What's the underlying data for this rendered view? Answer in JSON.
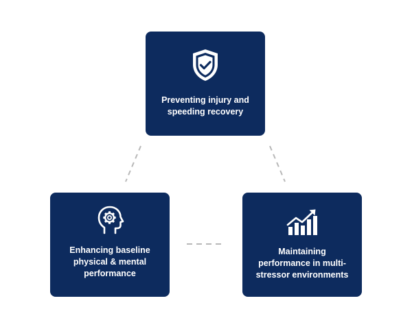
{
  "colors": {
    "card_background": "#0d2b5e",
    "card_text": "#ffffff",
    "connector": "#b8b8b8"
  },
  "nodes": [
    {
      "id": "top",
      "icon": "shield-check-icon",
      "lines": [
        "Preventing injury and",
        "speeding recovery"
      ]
    },
    {
      "id": "left",
      "icon": "head-gear-icon",
      "lines": [
        "Enhancing baseline",
        "physical & mental",
        "performance"
      ]
    },
    {
      "id": "right",
      "icon": "rising-bar-chart-icon",
      "lines": [
        "Maintaining",
        "performance in multi-",
        "stressor environments"
      ]
    }
  ]
}
